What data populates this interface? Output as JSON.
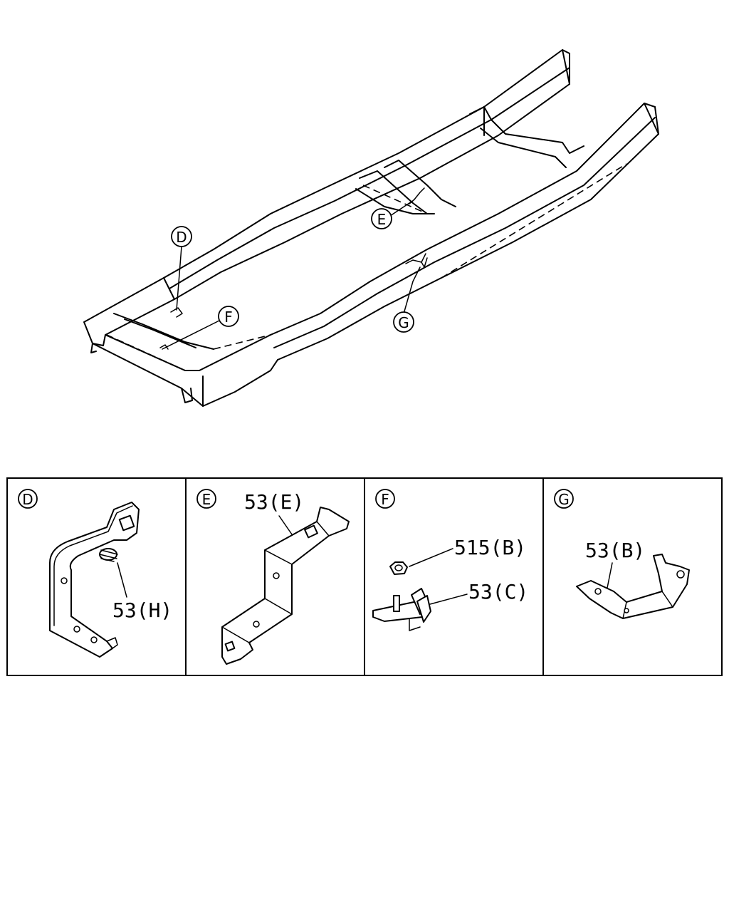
{
  "callouts": {
    "d": "D",
    "e": "E",
    "f": "F",
    "g": "G"
  },
  "panels": [
    {
      "letter": "D",
      "parts": [
        "53(H)"
      ]
    },
    {
      "letter": "E",
      "parts": [
        "53(E)"
      ]
    },
    {
      "letter": "F",
      "parts": [
        "515(B)",
        "53(C)"
      ]
    },
    {
      "letter": "G",
      "parts": [
        "53(B)"
      ]
    }
  ]
}
